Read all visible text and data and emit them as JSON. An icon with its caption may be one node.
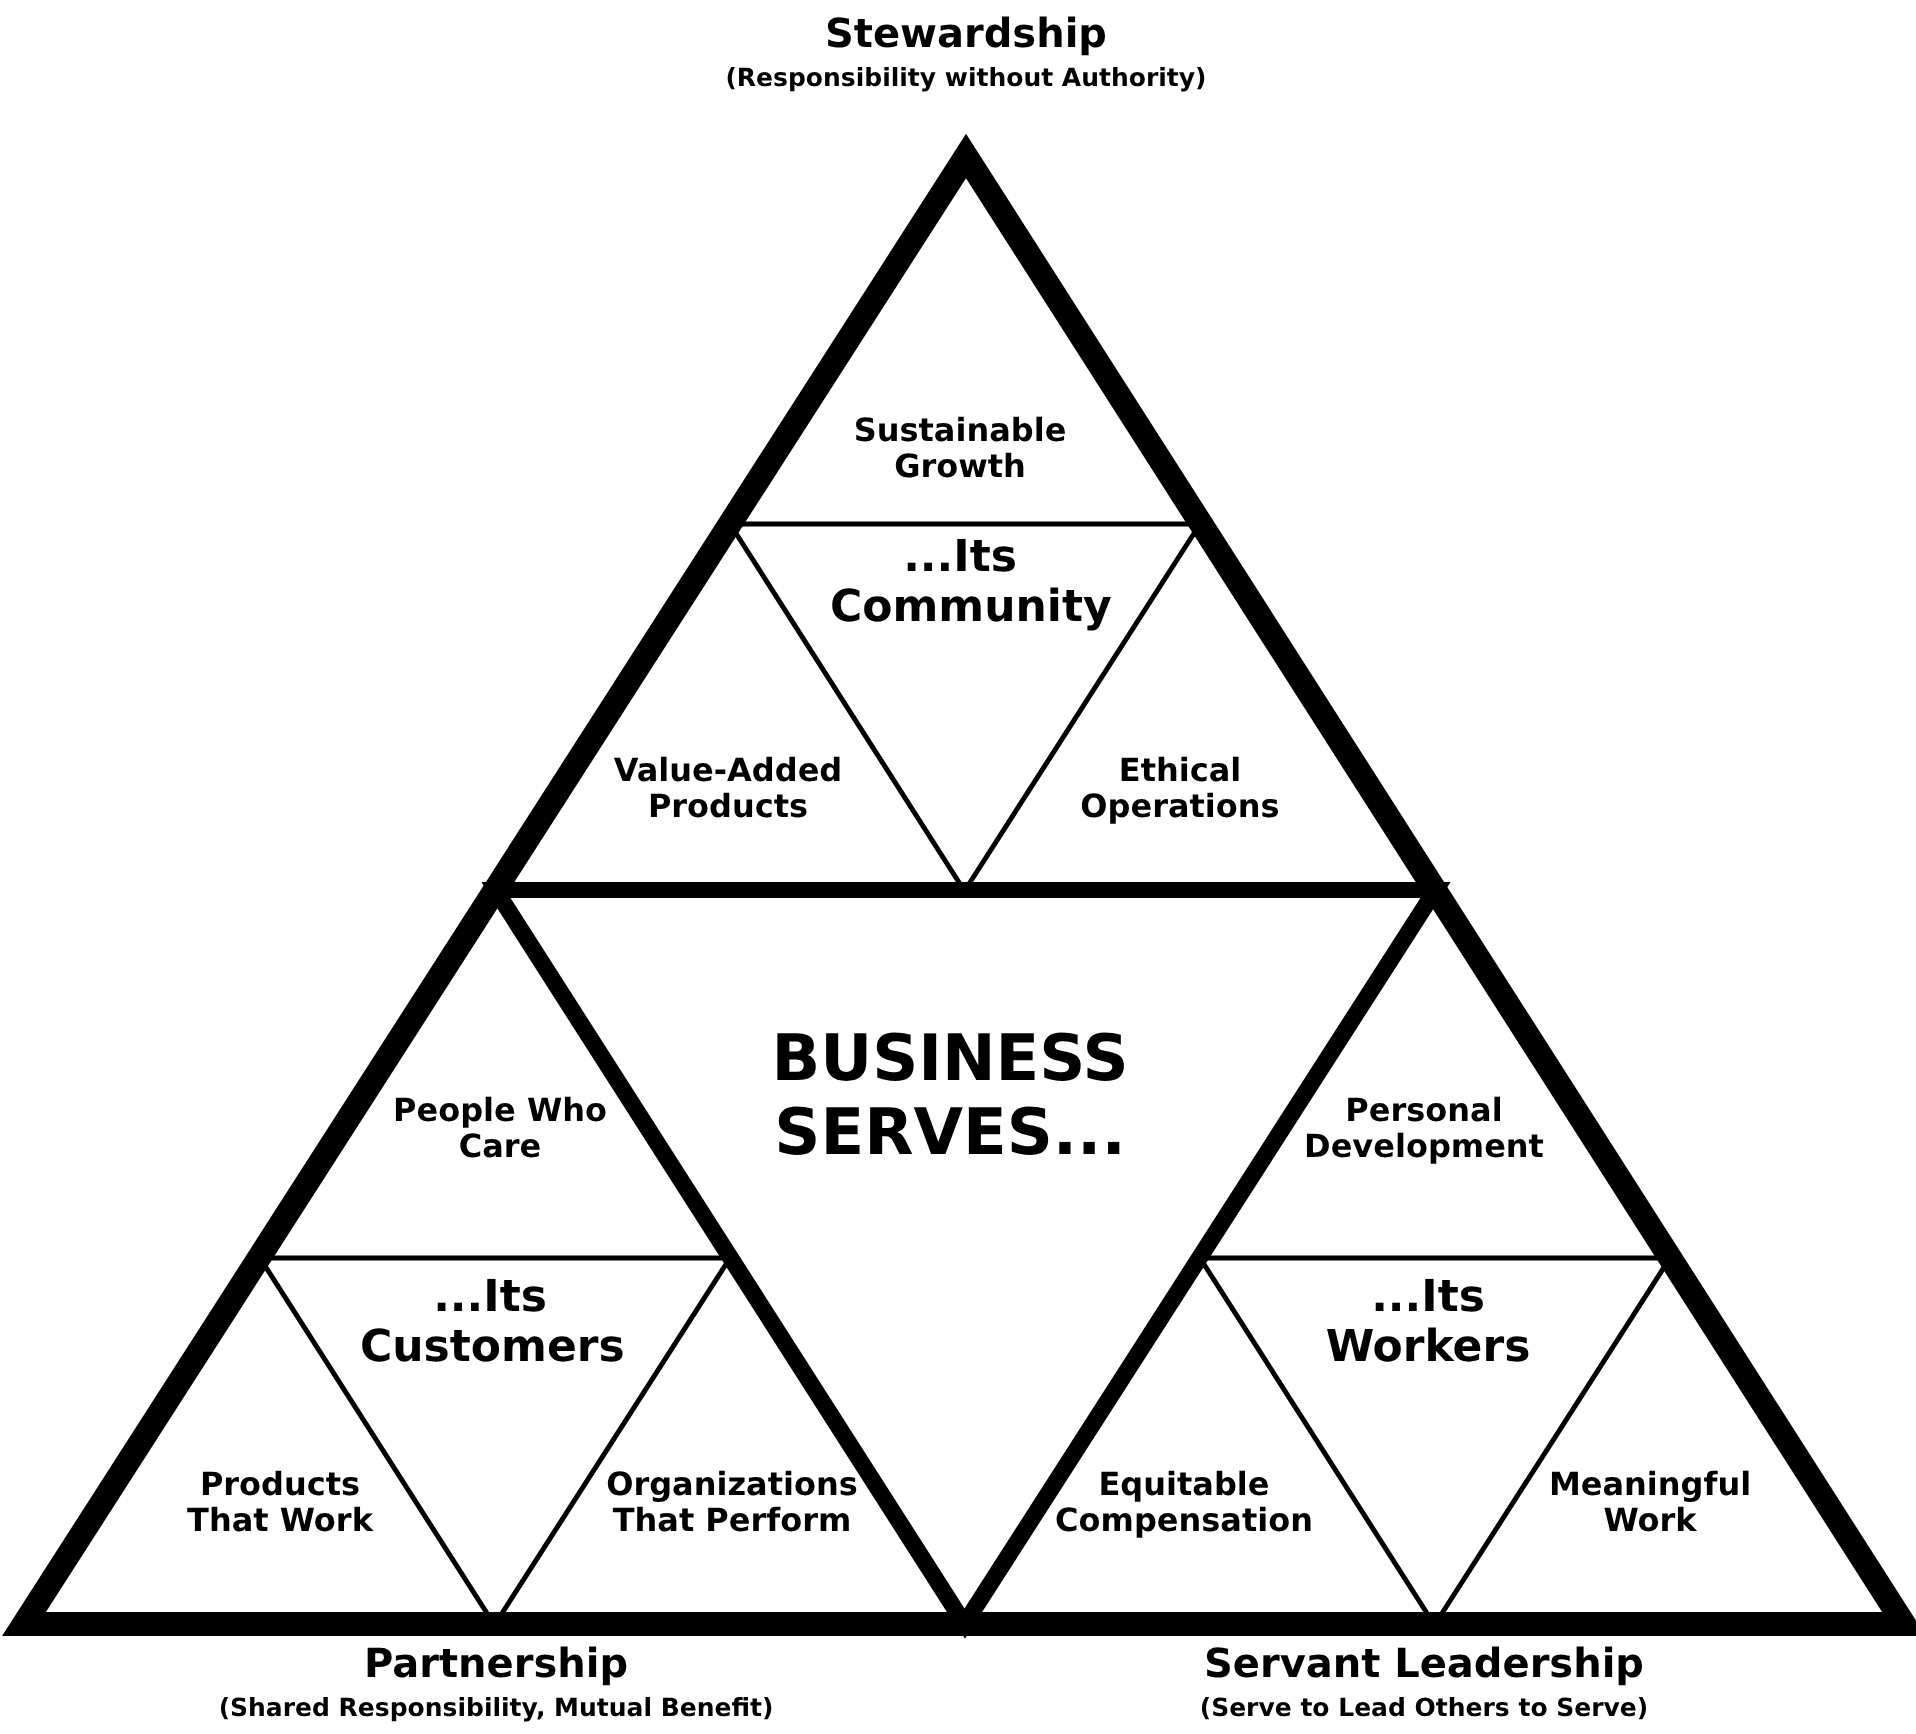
{
  "diagram": {
    "nodes": [
      {
        "text": [],
        "shape": "triangle"
      },
      {
        "text": [
          "Stewardship",
          "(Responsibility without Authority)"
        ],
        "in": 0
      },
      {
        "text": [
          "Sustainable Growth"
        ],
        "in": 1
      },
      {
        "text": [
          "...Its Community"
        ],
        "in": 1
      },
      {
        "text": [
          "Value-Added Products"
        ],
        "in": 1
      },
      {
        "text": [
          "Ethical Operations"
        ],
        "in": 1
      },
      {
        "text": [
          "BUSINESS SERVES..."
        ],
        "in": 0
      },
      {
        "text": [
          "Partnership",
          "(Shared Responsibility, Mutual Benefit)"
        ],
        "in": 0
      },
      {
        "text": [
          "People Who Care"
        ],
        "in": 7
      },
      {
        "text": [
          "...Its Customers"
        ],
        "in": 7
      },
      {
        "text": [
          "Products That Work"
        ],
        "in": 7
      },
      {
        "text": [
          "Organizations That Perform"
        ],
        "in": 7
      },
      {
        "text": [
          "Servant Leadership",
          "(Serve to Lead Others to Serve)"
        ],
        "in": 0
      },
      {
        "text": [
          "Personal Development"
        ],
        "in": 12
      },
      {
        "text": [
          "...Its Workers"
        ],
        "in": 12
      },
      {
        "text": [
          "Equitable Compensation"
        ],
        "in": 12
      },
      {
        "text": [
          "Meaningful Work"
        ],
        "in": 12
      }
    ],
    "edges": []
  }
}
